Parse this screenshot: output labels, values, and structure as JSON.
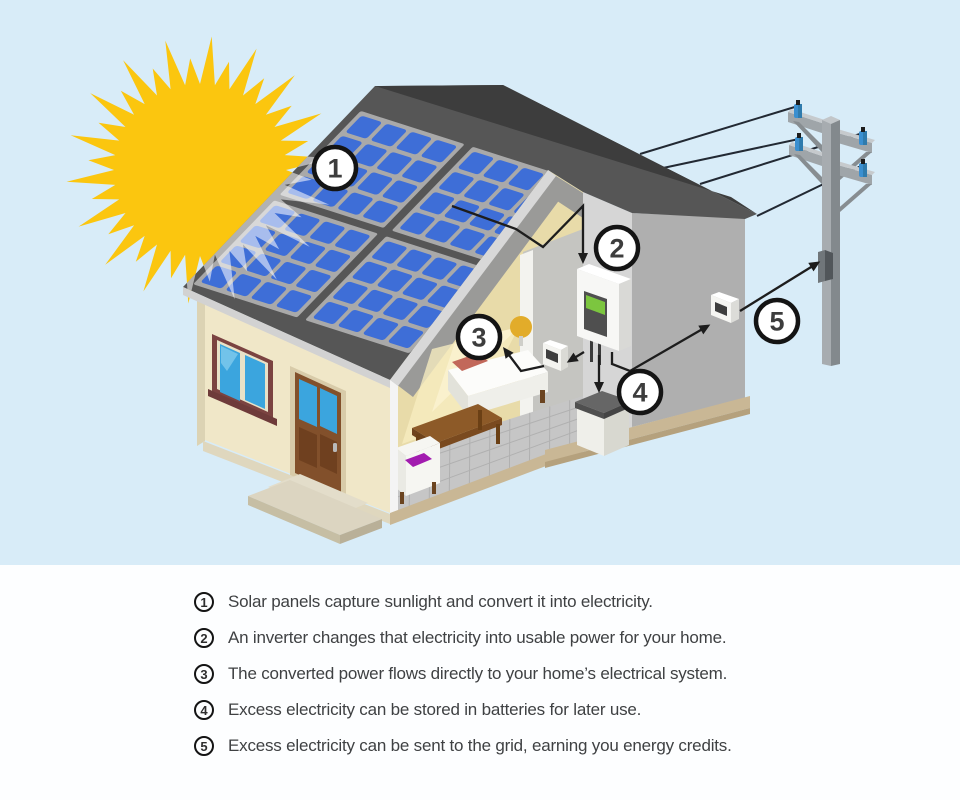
{
  "illustration": {
    "colors": {
      "sky": "#d8ecf8",
      "sun_yellow": "#fbc60f",
      "roof_gray": "#565656",
      "roof_dark_gray": "#3d3d3d",
      "panel_blue": "#3e6ed7",
      "panel_frame_gray": "#a9a9a9",
      "wall_cream": "#f0e7c8",
      "window_glass_blue": "#3ba5de",
      "door_brown": "#82502b",
      "inverter_screen_green": "#7cc63f",
      "insulator_blue": "#3a8fd0",
      "battery_top_gray": "#666666",
      "ground_tan": "#c9b795",
      "arrow_black": "#1d1d1d"
    },
    "badges": [
      "1",
      "2",
      "3",
      "4",
      "5"
    ]
  },
  "legend": {
    "items": [
      {
        "number": "1",
        "text": "Solar panels capture sunlight and convert it into electricity."
      },
      {
        "number": "2",
        "text": "An inverter changes that electricity into usable power for your home."
      },
      {
        "number": "3",
        "text": "The converted power flows directly to your home’s electrical system."
      },
      {
        "number": "4",
        "text": "Excess electricity can be stored in batteries for later use."
      },
      {
        "number": "5",
        "text": "Excess electricity can be sent to the grid, earning you energy credits."
      }
    ]
  }
}
